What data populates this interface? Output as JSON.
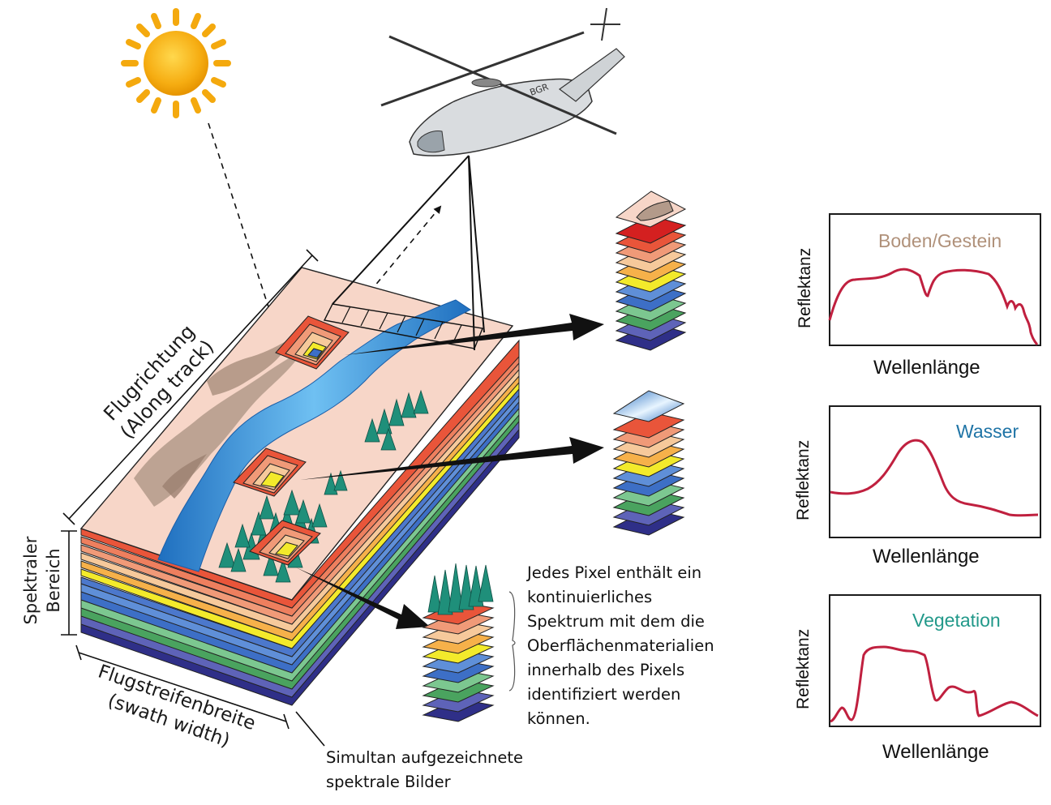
{
  "labels": {
    "flight_direction": "Flugrichtung",
    "flight_direction_en": "(Along track)",
    "spectral": "Spektraler",
    "spectral_range": "Bereich",
    "swath": "Flugstreifenbreite",
    "swath_en": "(swath width)",
    "helicopter_tag": "BGR"
  },
  "caption": [
    "Simultan aufgezeichnete",
    "spektrale Bilder"
  ],
  "description": [
    "Jedes Pixel enthält ein",
    "kontinuierliches",
    "Spektrum mit dem die",
    "Oberflächenmaterialien",
    "innerhalb des Pixels",
    "identifiziert werden",
    "können."
  ],
  "graphs": [
    {
      "title": "Boden/Gestein",
      "title_color": "#b0917a",
      "xlabel": "Wellenlänge",
      "ylabel": "Reflektanz"
    },
    {
      "title": "Wasser",
      "title_color": "#1f74a6",
      "xlabel": "Wellenlänge",
      "ylabel": "Reflektanz"
    },
    {
      "title": "Vegetation",
      "title_color": "#22998a",
      "xlabel": "Wellenlänge",
      "ylabel": "Reflektanz"
    }
  ],
  "colors": {
    "curve": "#c0203f",
    "ground": "#f7d6c8",
    "river": "#2f8fd6",
    "band_colors": [
      "#e9553a",
      "#f09a78",
      "#f6c99b",
      "#f3ea2b",
      "#f6b14a",
      "#5f8fd8",
      "#3d6fc6",
      "#4aa35f",
      "#7cc790",
      "#3a3a94"
    ]
  }
}
